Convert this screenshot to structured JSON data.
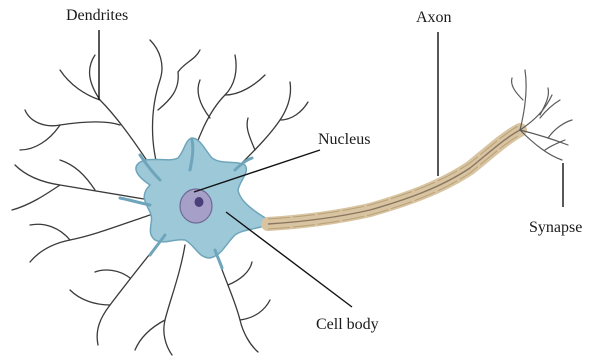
{
  "labels": {
    "dendrites": "Dendrites",
    "axon": "Axon",
    "nucleus": "Nucleus",
    "synapse": "Synapse",
    "cell_body": "Cell body"
  },
  "colors": {
    "cell_body_fill": "#9cc8d8",
    "cell_body_edge": "#6fa5bb",
    "nucleus_fill": "#a6a0c8",
    "nucleolus_fill": "#4a3f7a",
    "dendrite_stroke": "#3a3a3a",
    "axon_sheath": "#d8c4a0",
    "axon_core": "#8a7560",
    "leader_line": "#111111"
  }
}
